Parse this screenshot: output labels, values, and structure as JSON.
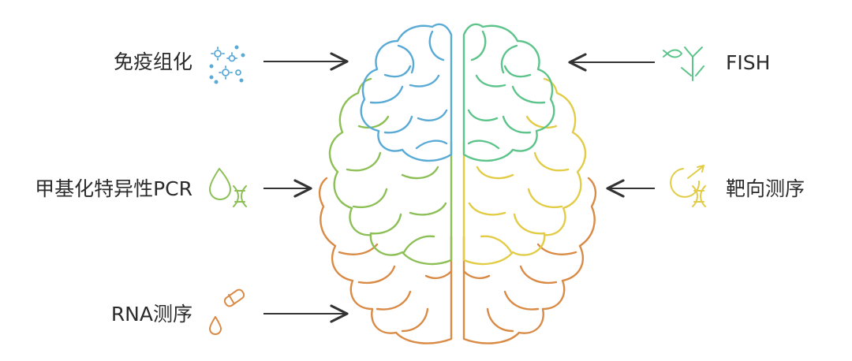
{
  "labels": {
    "immuno": "免疫组化",
    "methyl": "甲基化特异性PCR",
    "rna": "RNA测序",
    "fish": "FISH",
    "target": "靶向测序"
  },
  "colors": {
    "blue": "#5aaad6",
    "green": "#8cbf55",
    "orange": "#d98a45",
    "teal": "#5cc48a",
    "yellow": "#e2cc45",
    "arrow": "#333333"
  }
}
